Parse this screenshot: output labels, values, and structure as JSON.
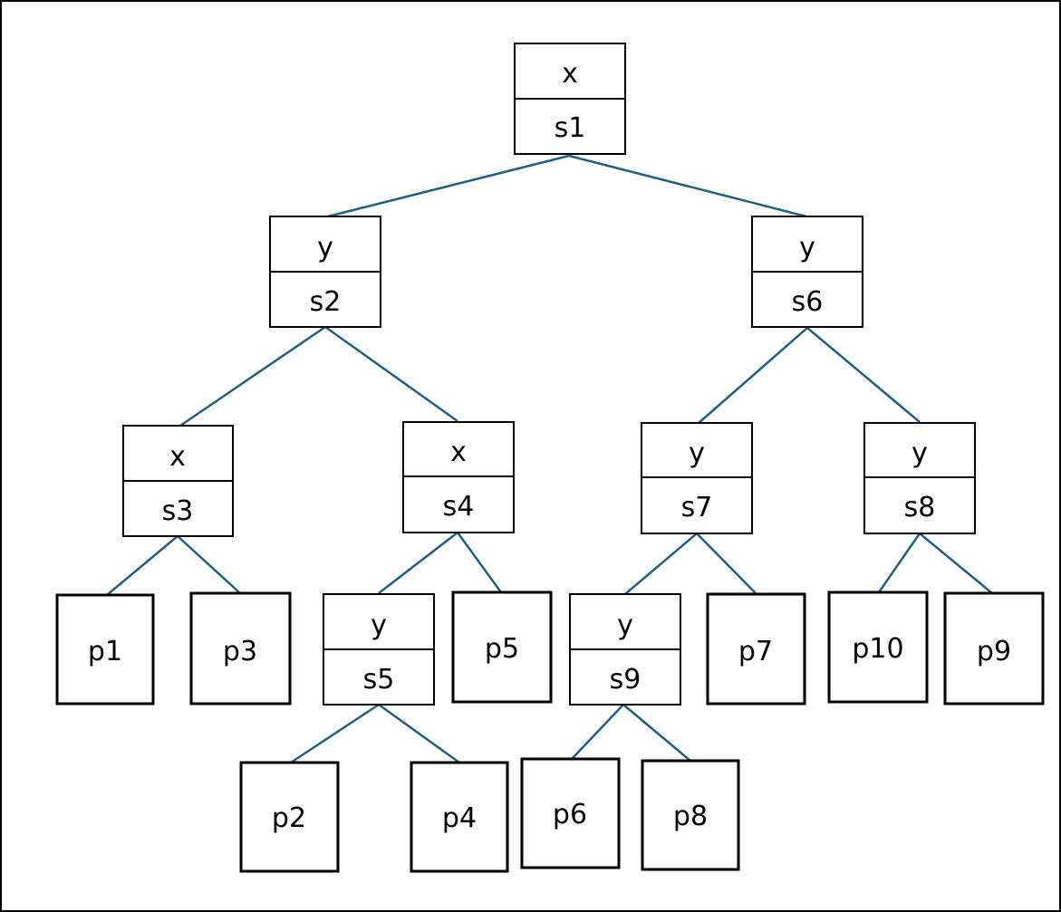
{
  "colors": {
    "edge": "#1f5f86",
    "box_stroke": "#000000",
    "background": "#ffffff"
  },
  "nodes": {
    "s1": {
      "axis": "x",
      "label": "s1"
    },
    "s2": {
      "axis": "y",
      "label": "s2"
    },
    "s6": {
      "axis": "y",
      "label": "s6"
    },
    "s3": {
      "axis": "x",
      "label": "s3"
    },
    "s4": {
      "axis": "x",
      "label": "s4"
    },
    "s7": {
      "axis": "y",
      "label": "s7"
    },
    "s8": {
      "axis": "y",
      "label": "s8"
    },
    "s5": {
      "axis": "y",
      "label": "s5"
    },
    "s9": {
      "axis": "y",
      "label": "s9"
    }
  },
  "leaves": {
    "p1": "p1",
    "p3": "p3",
    "p5": "p5",
    "p7": "p7",
    "p10": "p10",
    "p9": "p9",
    "p2": "p2",
    "p4": "p4",
    "p6": "p6",
    "p8": "p8"
  }
}
